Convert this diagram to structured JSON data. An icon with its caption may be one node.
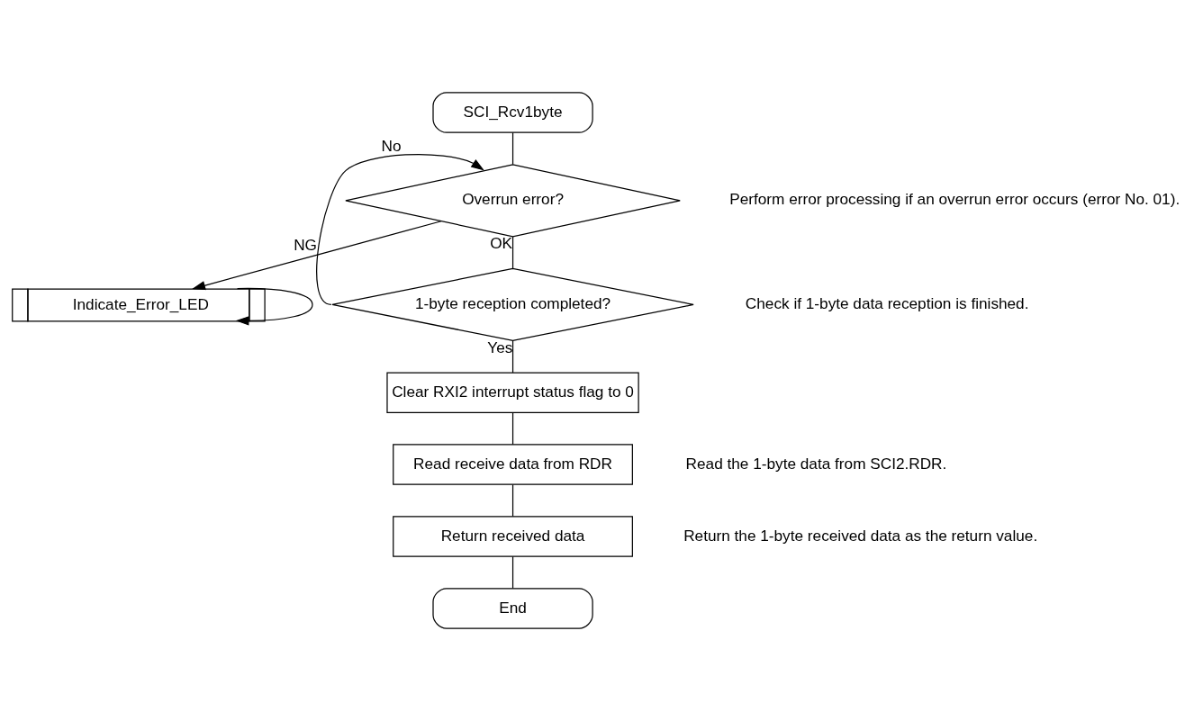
{
  "diagram": {
    "nodes": [
      {
        "text": [
          "SCI_Rcv1byte"
        ]
      },
      {
        "text": [
          "Overrun error?"
        ],
        "beside": [
          "Perform error processing if an overrun error occurs (error No. 01)."
        ]
      },
      {
        "text": [
          "Indicate_Error_LED"
        ]
      },
      {
        "text": [
          "1-byte reception completed?"
        ],
        "beside": [
          "Check if 1-byte data reception is finished."
        ]
      },
      {
        "text": [
          "Clear RXI2 interrupt status flag to 0"
        ]
      },
      {
        "text": [
          "Read receive data from RDR"
        ],
        "beside": [
          "Read the 1-byte data from SCI2.RDR."
        ]
      },
      {
        "text": [
          "Return received data"
        ],
        "beside": [
          "Return the 1-byte received data as the return value."
        ]
      },
      {
        "text": [
          "End"
        ]
      }
    ],
    "edges": [
      {
        "from": 0,
        "to": 1,
        "arrow": "none"
      },
      {
        "from": 1,
        "to": 2,
        "arrow": "to",
        "label": "NG"
      },
      {
        "from": 2,
        "to": 2,
        "arrow": "to"
      },
      {
        "from": 1,
        "to": 3,
        "arrow": "none",
        "label": "OK"
      },
      {
        "from": 3,
        "to": 1,
        "arrow": "to",
        "label": "No"
      },
      {
        "from": 3,
        "to": 4,
        "arrow": "none",
        "label": "Yes"
      },
      {
        "from": 4,
        "to": 5,
        "arrow": "none"
      },
      {
        "from": 5,
        "to": 6,
        "arrow": "none"
      },
      {
        "from": 6,
        "to": 7,
        "arrow": "none"
      }
    ]
  }
}
